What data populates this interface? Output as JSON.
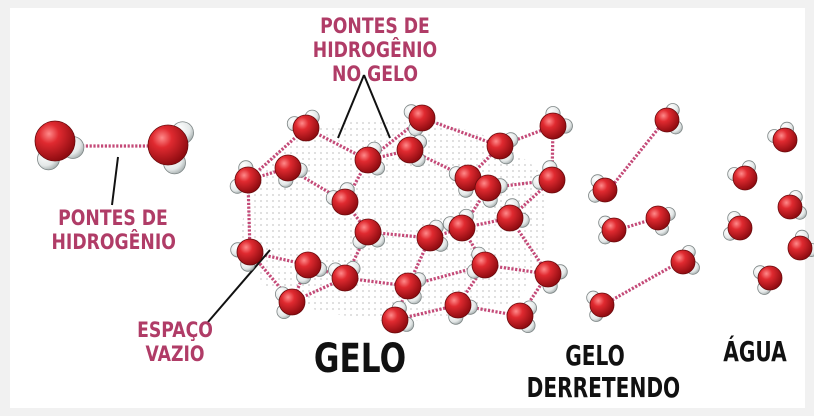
{
  "labels": {
    "top_line1": "PONTES DE HIDROGÊNIO",
    "top_line2": "NO GELO",
    "left_line1": "PONTES DE",
    "left_line2": "HIDROGÊNIO",
    "space_line1": "ESPAÇO",
    "space_line2": "VAZIO",
    "ice": "GELO",
    "melting_line1": "GELO",
    "melting_line2": "DERRETENDO",
    "water": "ÁGUA"
  },
  "colors": {
    "background": "#f1f1f1",
    "panel": "#ffffff",
    "oxygen": "#d7161d",
    "hydrogen": "#eef0f0",
    "bond": "#c44a78",
    "label_pink": "#b03c67",
    "label_black": "#111111"
  },
  "icons": {
    "molecule": "water-molecule",
    "hydrogen_bond": "dotted-bond"
  }
}
